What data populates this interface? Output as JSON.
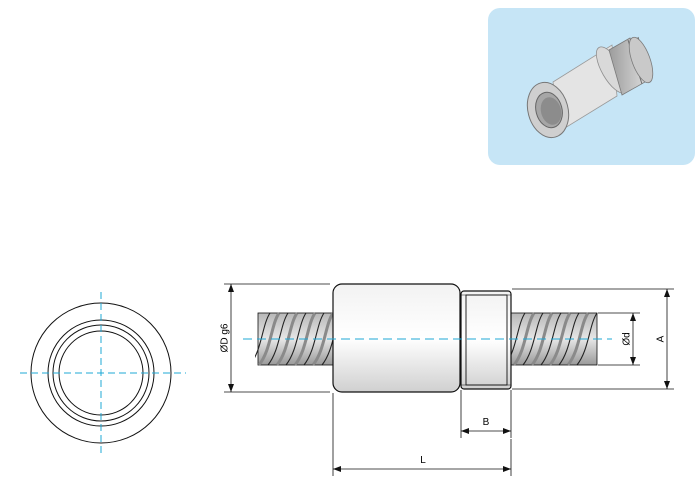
{
  "colors": {
    "preview_background": "#c6e5f6",
    "center_line": "#1fa8d6",
    "outline": "#111111",
    "thread_fill": "#c8c8c8"
  },
  "preview": {
    "icon": "threaded-nut-3d-icon"
  },
  "dimensions": {
    "outer_diameter": "ØD g6",
    "screw_diameter": "Ød",
    "overall_height": "A",
    "flange_length": "B",
    "total_length": "L"
  }
}
